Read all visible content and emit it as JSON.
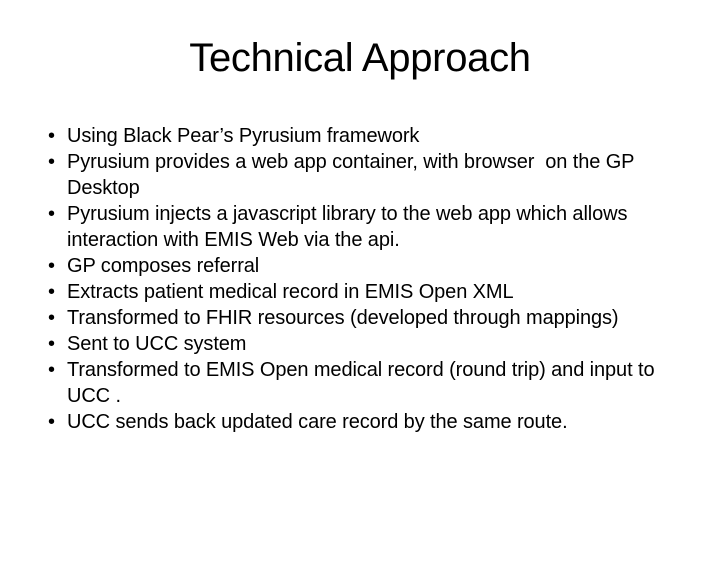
{
  "slide": {
    "title": "Technical Approach",
    "bullet_char": "•",
    "bullets": [
      {
        "text": "Using Black Pear’s Pyrusium framework"
      },
      {
        "text": "Pyrusium provides a web app container, with browser  on the GP\nDesktop"
      },
      {
        "text": "Pyrusium injects a javascript library to the web app which allows\ninteraction with EMIS Web via the api."
      },
      {
        "text": "GP composes referral"
      },
      {
        "text": "Extracts patient medical record in EMIS Open XML"
      },
      {
        "text": "Transformed to FHIR resources (developed through mappings)"
      },
      {
        "text": "Sent to UCC system"
      },
      {
        "text": "Transformed to EMIS Open medical record (round trip) and input to\nUCC ."
      },
      {
        "text": "UCC sends back updated care record by the same route."
      }
    ],
    "colors": {
      "background": "#ffffff",
      "text": "#000000"
    }
  }
}
